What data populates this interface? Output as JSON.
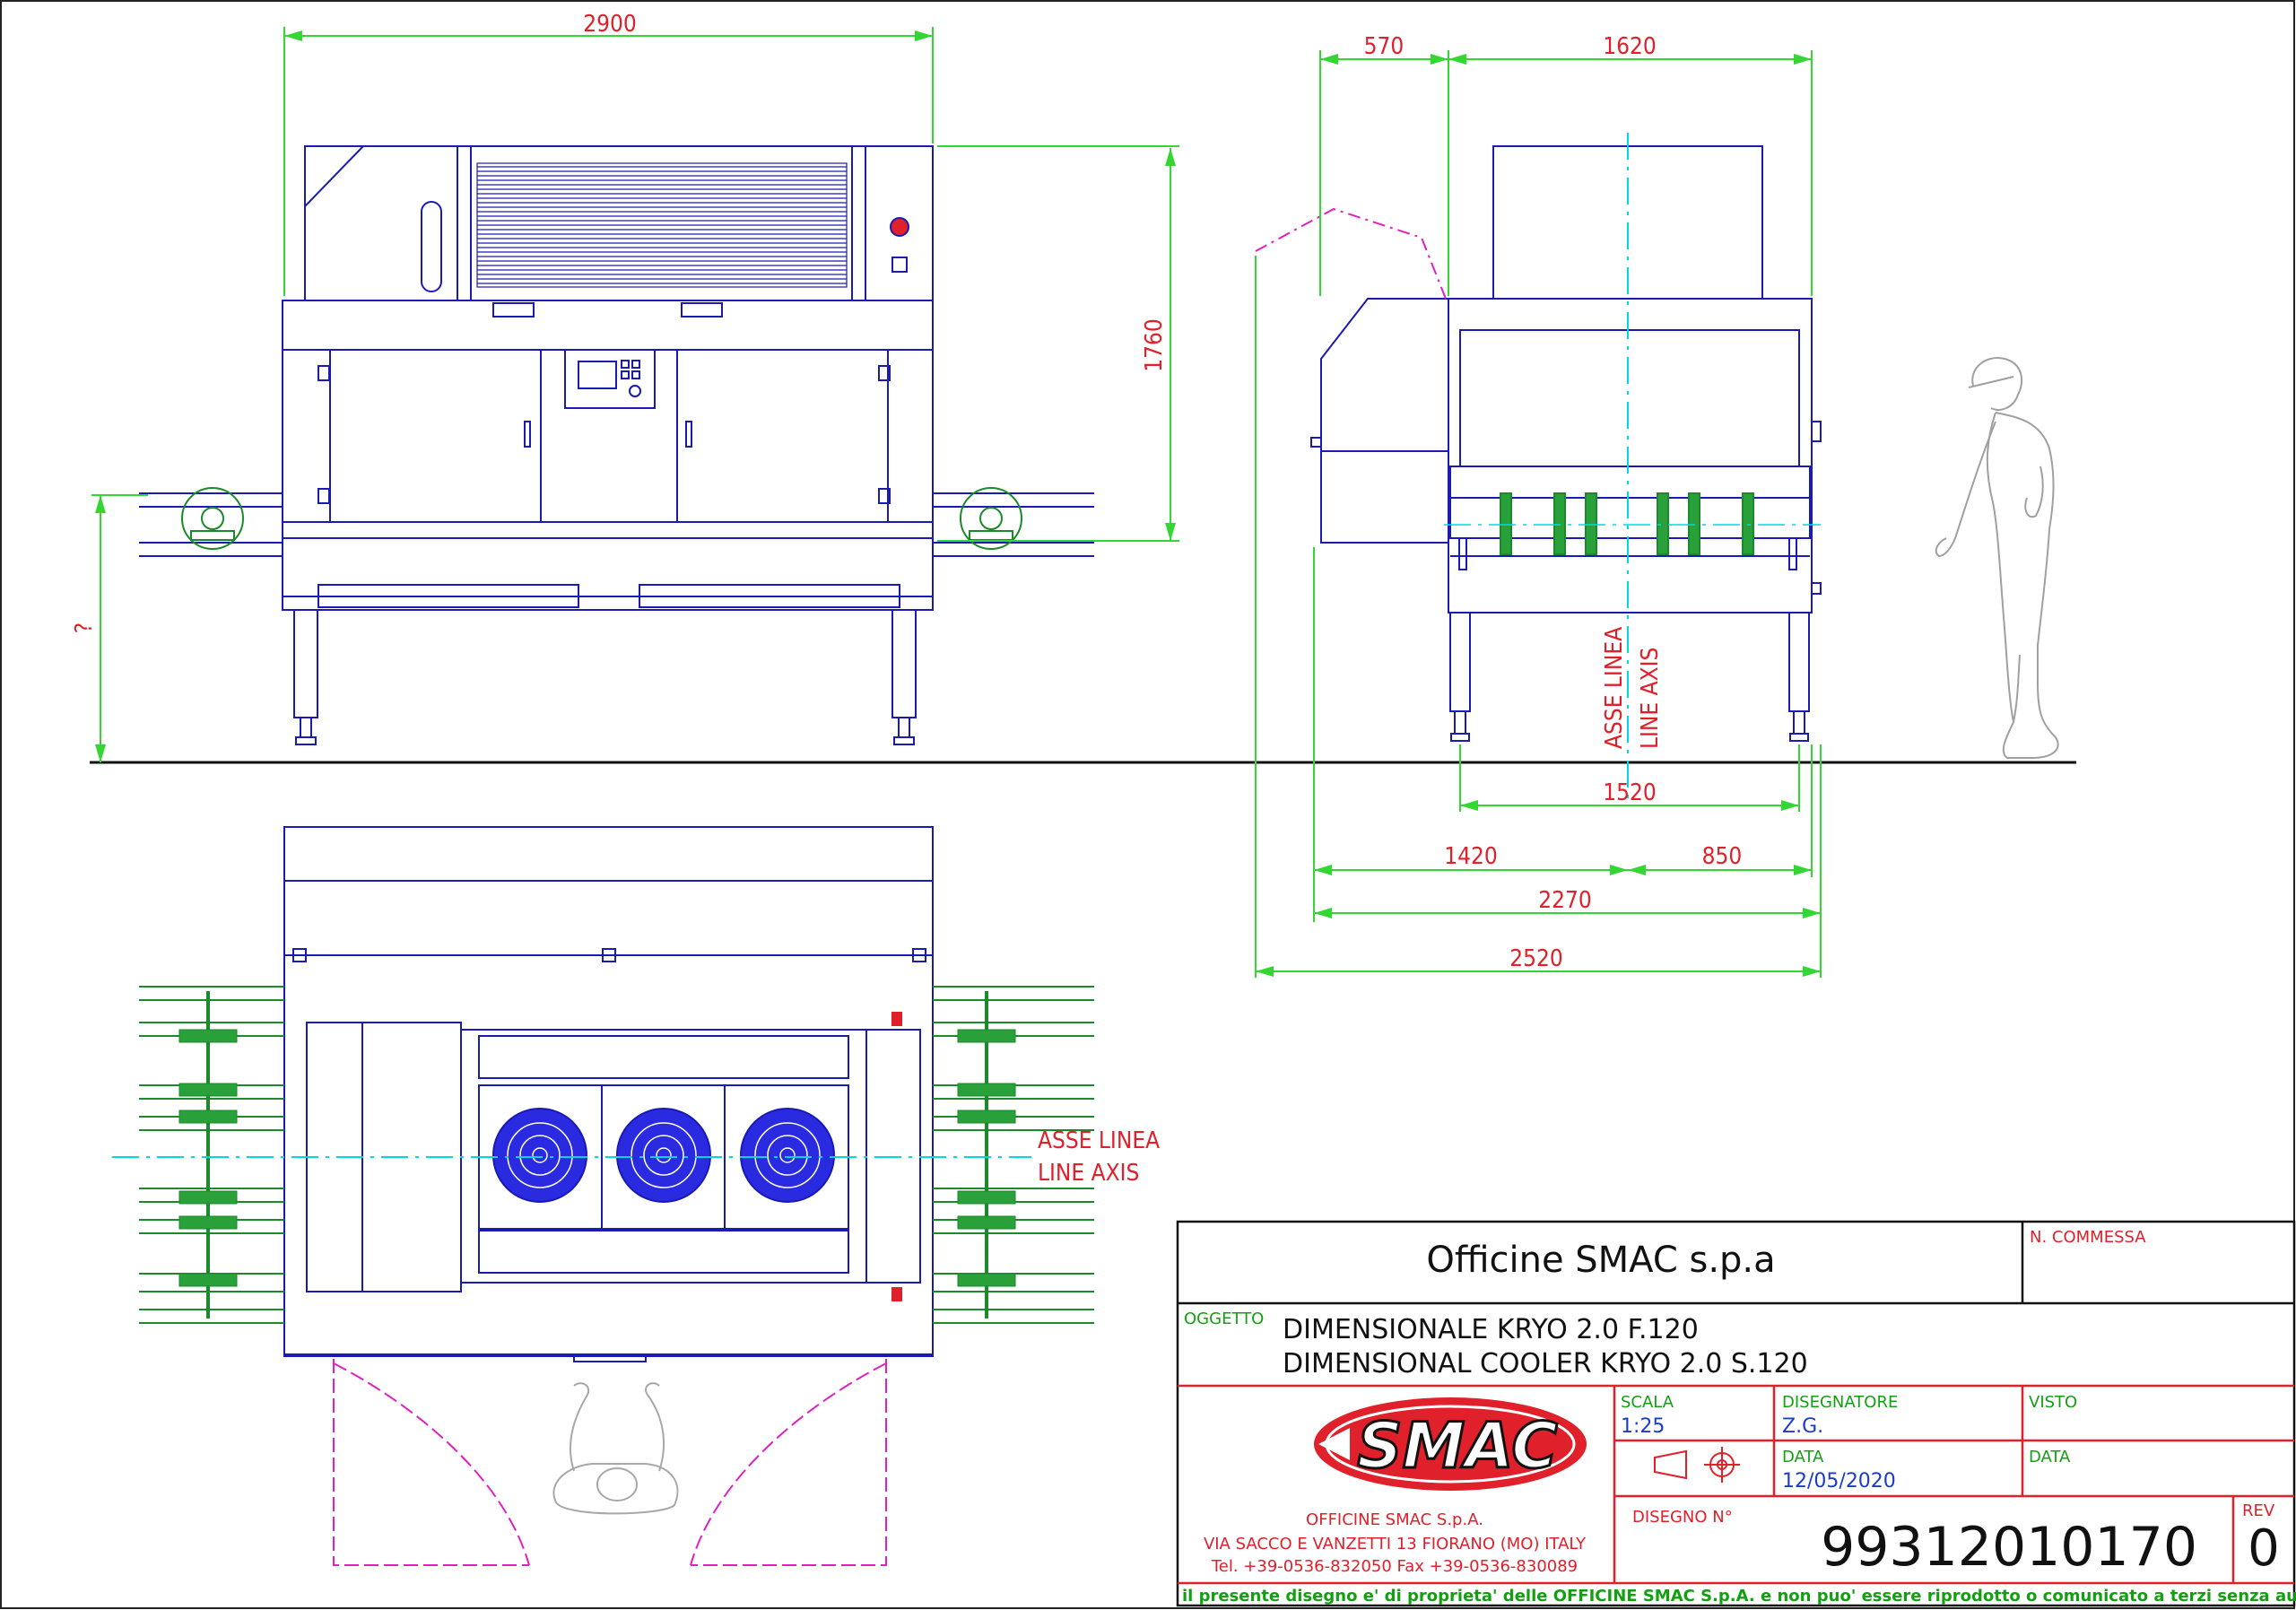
{
  "dimensions": {
    "front_width": "2900",
    "height": "1760",
    "unknown": "?",
    "side_570": "570",
    "side_1620": "1620",
    "side_1520": "1520",
    "side_1420": "1420",
    "side_850": "850",
    "side_2270": "2270",
    "side_2520": "2520"
  },
  "axis_labels": {
    "side_it": "ASSE LINEA",
    "side_en": "LINE AXIS",
    "top_it": "ASSE LINEA",
    "top_en": "LINE AXIS"
  },
  "title_block": {
    "company": "Officine SMAC s.p.a",
    "commessa_label": "N. COMMESSA",
    "oggetto_label": "OGGETTO",
    "oggetto_line1": "DIMENSIONALE KRYO 2.0  F.120",
    "oggetto_line2": "DIMENSIONAL COOLER KRYO 2.0 S.120",
    "logo_text": "SMAC",
    "address_line1": "OFFICINE SMAC S.p.A.",
    "address_line2": "VIA SACCO E VANZETTI 13 FIORANO (MO) ITALY",
    "address_line3": "Tel. +39-0536-832050    Fax +39-0536-830089",
    "scala_label": "SCALA",
    "scala_value": "1:25",
    "disegnatore_label": "DISEGNATORE",
    "disegnatore_value": "Z.G.",
    "visto_label": "VISTO",
    "data_label": "DATA",
    "data_value": "12/05/2020",
    "data2_label": "DATA",
    "disegno_label": "DISEGNO N°",
    "disegno_value": "99312010170",
    "rev_label": "REV",
    "rev_value": "0",
    "footer": "il presente disegno e' di proprieta' delle OFFICINE SMAC S.p.A. e non puo' essere riprodotto o comunicato a terzi senza autorizzazione scritta"
  },
  "colors": {
    "machine": "#1a1ab4",
    "dimension": "#33d633",
    "text": "#e0202a",
    "axis": "#00d8e8",
    "roller": "#1a8a2a",
    "swing": "#e020c0",
    "figure": "#9a9a9a"
  }
}
